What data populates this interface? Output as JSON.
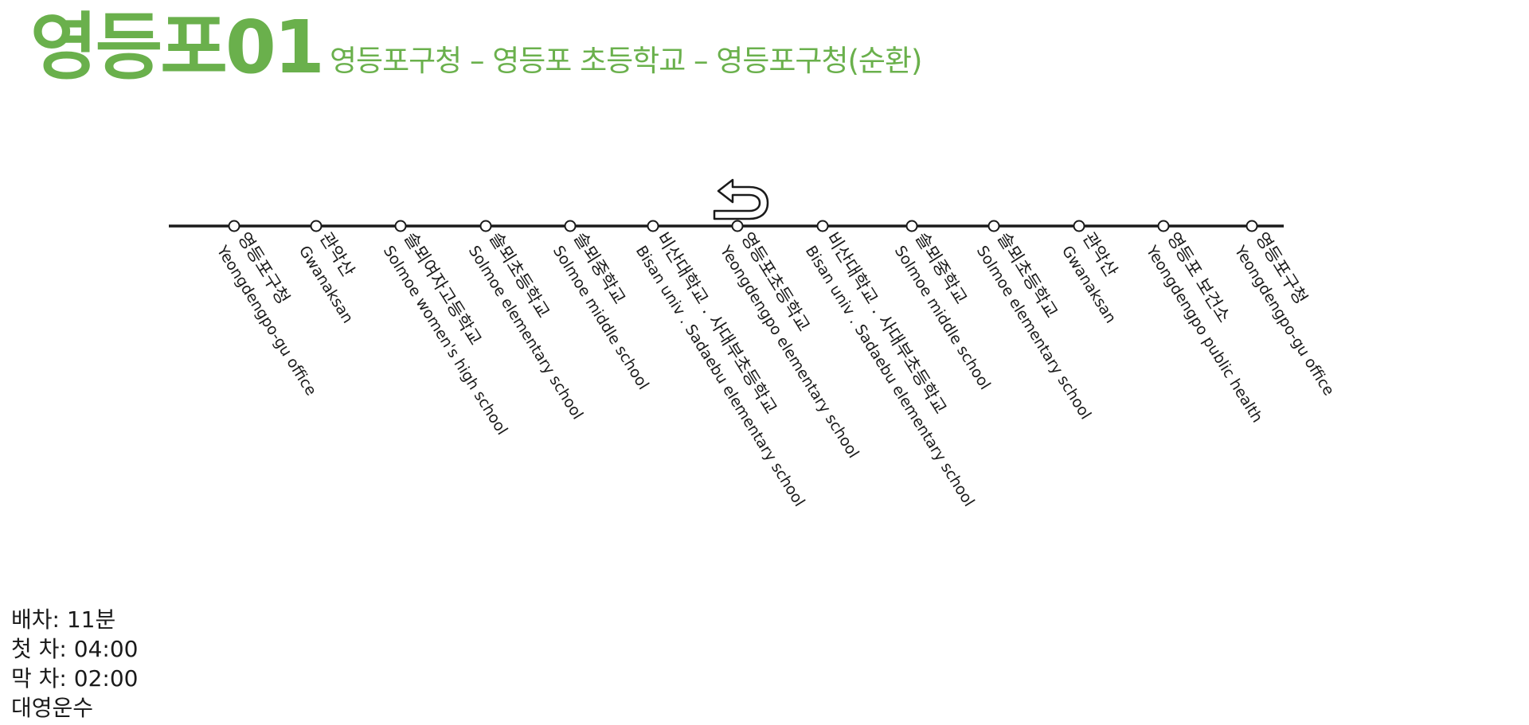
{
  "header": {
    "route_number": "영등포01",
    "route_description": "영등포구청 – 영등포 초등학교 – 영등포구청(순환)"
  },
  "colors": {
    "accent": "#6ab04c",
    "line": "#1a1a1a",
    "text": "#1a1a1a"
  },
  "route": {
    "turnaround_icon": "u-turn-icon",
    "stops": [
      {
        "name_ko": "영등포구청",
        "name_en": "Yeongdengpo-gu office"
      },
      {
        "name_ko": "관악산",
        "name_en": "Gwanaksan"
      },
      {
        "name_ko": "솔뫼여자고등학교",
        "name_en": "Solmoe women's high school"
      },
      {
        "name_ko": "솔뫼초등학교",
        "name_en": "Solmoe elementary school"
      },
      {
        "name_ko": "솔뫼중학교",
        "name_en": "Solmoe middle school"
      },
      {
        "name_ko": "비산대학교 . 사대부초등학교",
        "name_en": "Bisan univ . Sadaebu elementary school"
      },
      {
        "name_ko": "영등포초등학교",
        "name_en": "Yeongdengpo elementary school"
      },
      {
        "name_ko": "비산대학교 . 사대부초등학교",
        "name_en": "Bisan univ . Sadaebu elementary school"
      },
      {
        "name_ko": "솔뫼중학교",
        "name_en": "Solmoe middle school"
      },
      {
        "name_ko": "솔뫼초등학교",
        "name_en": "Solmoe elementary school"
      },
      {
        "name_ko": "관악산",
        "name_en": "Gwanaksan"
      },
      {
        "name_ko": "영등포 보건소",
        "name_en": "Yeongdengpo public health"
      },
      {
        "name_ko": "영등포구청",
        "name_en": "Yeongdengpo-gu office"
      }
    ]
  },
  "info": {
    "interval": "배차: 11분",
    "first_bus": "첫 차: 04:00",
    "last_bus": "막 차: 02:00",
    "operator": "대영운수"
  }
}
